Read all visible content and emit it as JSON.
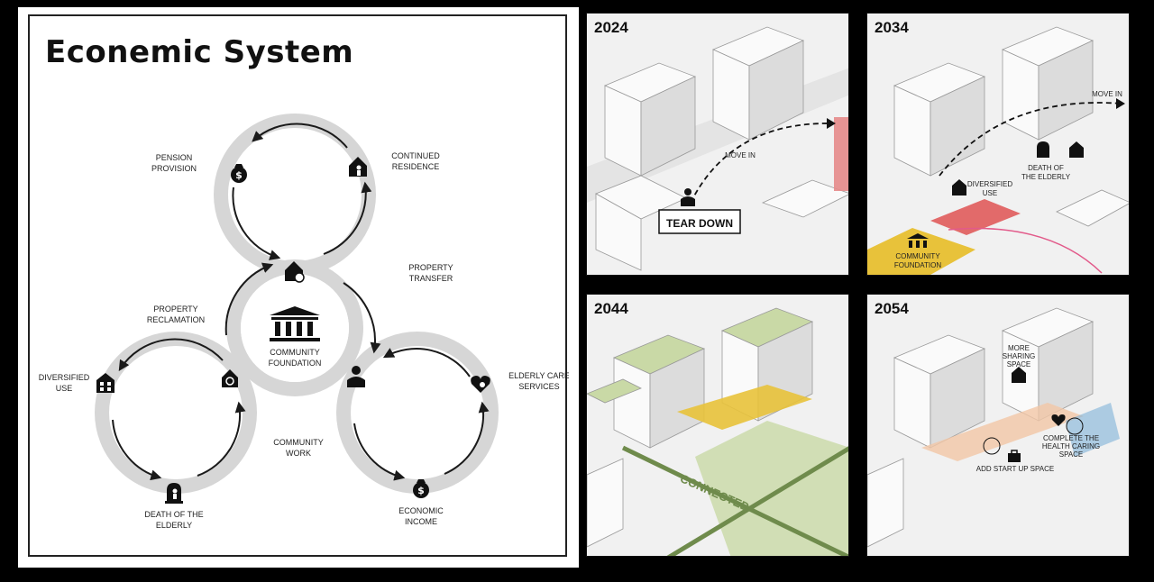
{
  "diagram": {
    "title": "Econemic System",
    "labels": {
      "pension_1": "PENSION",
      "pension_2": "PROVISION",
      "continued_1": "CONTINUED",
      "continued_2": "RESIDENCE",
      "property_transfer_1": "PROPERTY",
      "property_transfer_2": "TRANSFER",
      "reclamation_1": "PROPERTY",
      "reclamation_2": "RECLAMATION",
      "diversified_1": "DIVERSIFIED",
      "diversified_2": "USE",
      "community_foundation_1": "COMMUNITY",
      "community_foundation_2": "FOUNDATION",
      "elderly_care_1": "ELDERLY CARE",
      "elderly_care_2": "SERVICES",
      "community_work_1": "COMMUNITY",
      "community_work_2": "WORK",
      "death_1": "DEATH OF THE",
      "death_2": "ELDERLY",
      "income_1": "ECONOMIC",
      "income_2": "INCOME"
    },
    "colors": {
      "ring": "#d6d6d6",
      "arrow": "#1a1a1a",
      "icon": "#111111"
    }
  },
  "panels": [
    {
      "year": "2024",
      "labels": {
        "move_in": "MOVE IN",
        "tear_down": "TEAR DOWN"
      },
      "highlight": "#e58a8a"
    },
    {
      "year": "2034",
      "labels": {
        "move_in": "MOVE IN",
        "death_1": "DEATH OF",
        "death_2": "THE ELDERLY",
        "diversified_1": "DIVERSIFIED",
        "diversified_2": "USE",
        "foundation_1": "COMMUNITY",
        "foundation_2": "FOUNDATION"
      },
      "highlight": "#e8c23a"
    },
    {
      "year": "2044",
      "labels": {
        "connected": "CONNECTED"
      },
      "highlight": "#7f9a5c"
    },
    {
      "year": "2054",
      "labels": {
        "sharing_1": "MORE",
        "sharing_2": "SHARING",
        "sharing_3": "SPACE",
        "health_1": "COMPLETE THE",
        "health_2": "HEALTH CARING",
        "health_3": "SPACE",
        "startup": "ADD START UP SPACE"
      },
      "highlight": "#7fb3d9"
    }
  ]
}
